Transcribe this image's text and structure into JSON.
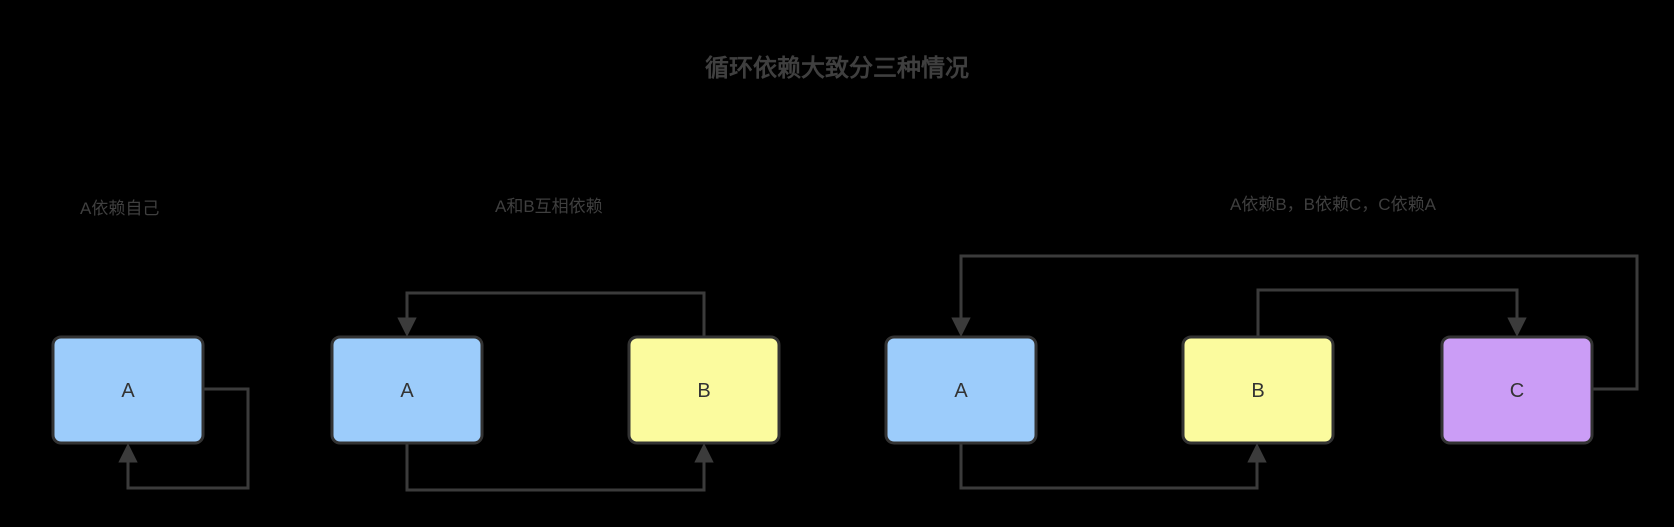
{
  "title": "循环依赖大致分三种情况",
  "colors": {
    "background": "#000000",
    "heading_text": "#3f3f3f",
    "node_border": "#333333",
    "node_text": "#333333",
    "arrow_line": "#3b3b3b",
    "blue_fill": "#9cccfb",
    "yellow_fill": "#fbfb9e",
    "purple_fill": "#cb9df6"
  },
  "sections": [
    {
      "label": "A依赖自己",
      "nodes": [
        {
          "label": "A",
          "fill": "#9cccfb"
        }
      ],
      "edges": [
        "A → A"
      ]
    },
    {
      "label": "A和B互相依赖",
      "nodes": [
        {
          "label": "A",
          "fill": "#9cccfb"
        },
        {
          "label": "B",
          "fill": "#fbfb9e"
        }
      ],
      "edges": [
        "B → A",
        "A → B"
      ]
    },
    {
      "label": "A依赖B，B依赖C，C依赖A",
      "nodes": [
        {
          "label": "A",
          "fill": "#9cccfb"
        },
        {
          "label": "B",
          "fill": "#fbfb9e"
        },
        {
          "label": "C",
          "fill": "#cb9df6"
        }
      ],
      "edges": [
        "C → A",
        "B → C",
        "A → B"
      ]
    }
  ]
}
